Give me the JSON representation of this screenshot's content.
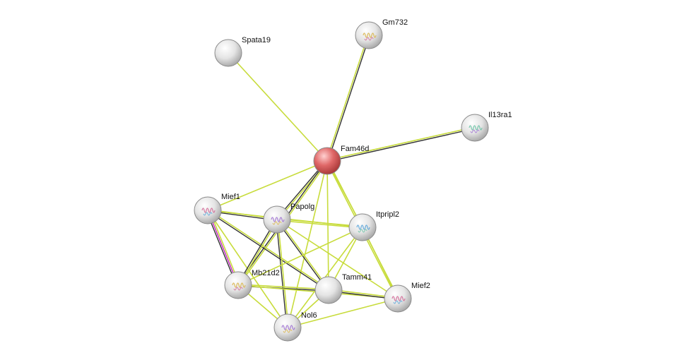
{
  "colors": {
    "text_mining": "#c8dc3c",
    "coexpression": "#333333",
    "experiments": "#c020c0",
    "query_node": "#e06060",
    "node_default": "#e8e8e8"
  },
  "nodes": [
    {
      "id": "Fam46d",
      "label": "Fam46d",
      "query": true,
      "structure": false
    },
    {
      "id": "Spata19",
      "label": "Spata19",
      "query": false,
      "structure": false
    },
    {
      "id": "Gm732",
      "label": "Gm732",
      "query": false,
      "structure": true
    },
    {
      "id": "Il13ra1",
      "label": "Il13ra1",
      "query": false,
      "structure": true
    },
    {
      "id": "Mief1",
      "label": "Mief1",
      "query": false,
      "structure": true
    },
    {
      "id": "Papolg",
      "label": "Papolg",
      "query": false,
      "structure": true
    },
    {
      "id": "Itpripl2",
      "label": "Itpripl2",
      "query": false,
      "structure": true
    },
    {
      "id": "Mb21d2",
      "label": "Mb21d2",
      "query": false,
      "structure": true
    },
    {
      "id": "Tamm41",
      "label": "Tamm41",
      "query": false,
      "structure": false
    },
    {
      "id": "Mief2",
      "label": "Mief2",
      "query": false,
      "structure": true
    },
    {
      "id": "Nol6",
      "label": "Nol6",
      "query": false,
      "structure": true
    }
  ],
  "edges": [
    {
      "source": "Fam46d",
      "target": "Spata19",
      "types": [
        "text_mining"
      ]
    },
    {
      "source": "Fam46d",
      "target": "Gm732",
      "types": [
        "text_mining",
        "coexpression"
      ]
    },
    {
      "source": "Fam46d",
      "target": "Il13ra1",
      "types": [
        "text_mining",
        "coexpression"
      ]
    },
    {
      "source": "Fam46d",
      "target": "Mief1",
      "types": [
        "text_mining"
      ]
    },
    {
      "source": "Fam46d",
      "target": "Papolg",
      "types": [
        "text_mining",
        "coexpression"
      ]
    },
    {
      "source": "Fam46d",
      "target": "Mb21d2",
      "types": [
        "text_mining",
        "coexpression"
      ]
    },
    {
      "source": "Fam46d",
      "target": "Itpripl2",
      "types": [
        "text_mining"
      ]
    },
    {
      "source": "Fam46d",
      "target": "Tamm41",
      "types": [
        "text_mining"
      ]
    },
    {
      "source": "Fam46d",
      "target": "Mief2",
      "types": [
        "text_mining",
        "text_mining"
      ]
    },
    {
      "source": "Fam46d",
      "target": "Nol6",
      "types": [
        "text_mining"
      ]
    },
    {
      "source": "Mief1",
      "target": "Papolg",
      "types": [
        "text_mining",
        "coexpression"
      ]
    },
    {
      "source": "Mief1",
      "target": "Itpripl2",
      "types": [
        "text_mining"
      ]
    },
    {
      "source": "Mief1",
      "target": "Mb21d2",
      "types": [
        "text_mining",
        "experiments",
        "coexpression"
      ]
    },
    {
      "source": "Mief1",
      "target": "Tamm41",
      "types": [
        "text_mining",
        "coexpression"
      ]
    },
    {
      "source": "Mief1",
      "target": "Nol6",
      "types": [
        "text_mining"
      ]
    },
    {
      "source": "Papolg",
      "target": "Itpripl2",
      "types": [
        "text_mining",
        "text_mining"
      ]
    },
    {
      "source": "Papolg",
      "target": "Mb21d2",
      "types": [
        "text_mining",
        "coexpression"
      ]
    },
    {
      "source": "Papolg",
      "target": "Tamm41",
      "types": [
        "text_mining",
        "coexpression"
      ]
    },
    {
      "source": "Papolg",
      "target": "Nol6",
      "types": [
        "text_mining",
        "coexpression"
      ]
    },
    {
      "source": "Papolg",
      "target": "Mief2",
      "types": [
        "text_mining"
      ]
    },
    {
      "source": "Itpripl2",
      "target": "Mb21d2",
      "types": [
        "text_mining"
      ]
    },
    {
      "source": "Itpripl2",
      "target": "Tamm41",
      "types": [
        "text_mining"
      ]
    },
    {
      "source": "Itpripl2",
      "target": "Nol6",
      "types": [
        "text_mining"
      ]
    },
    {
      "source": "Itpripl2",
      "target": "Mief2",
      "types": [
        "text_mining"
      ]
    },
    {
      "source": "Mb21d2",
      "target": "Tamm41",
      "types": [
        "text_mining",
        "coexpression"
      ]
    },
    {
      "source": "Mb21d2",
      "target": "Nol6",
      "types": [
        "text_mining"
      ]
    },
    {
      "source": "Mb21d2",
      "target": "Mief2",
      "types": [
        "text_mining"
      ]
    },
    {
      "source": "Tamm41",
      "target": "Mief2",
      "types": [
        "text_mining",
        "coexpression"
      ]
    },
    {
      "source": "Tamm41",
      "target": "Nol6",
      "types": [
        "text_mining"
      ]
    },
    {
      "source": "Nol6",
      "target": "Mief2",
      "types": [
        "text_mining"
      ]
    }
  ]
}
